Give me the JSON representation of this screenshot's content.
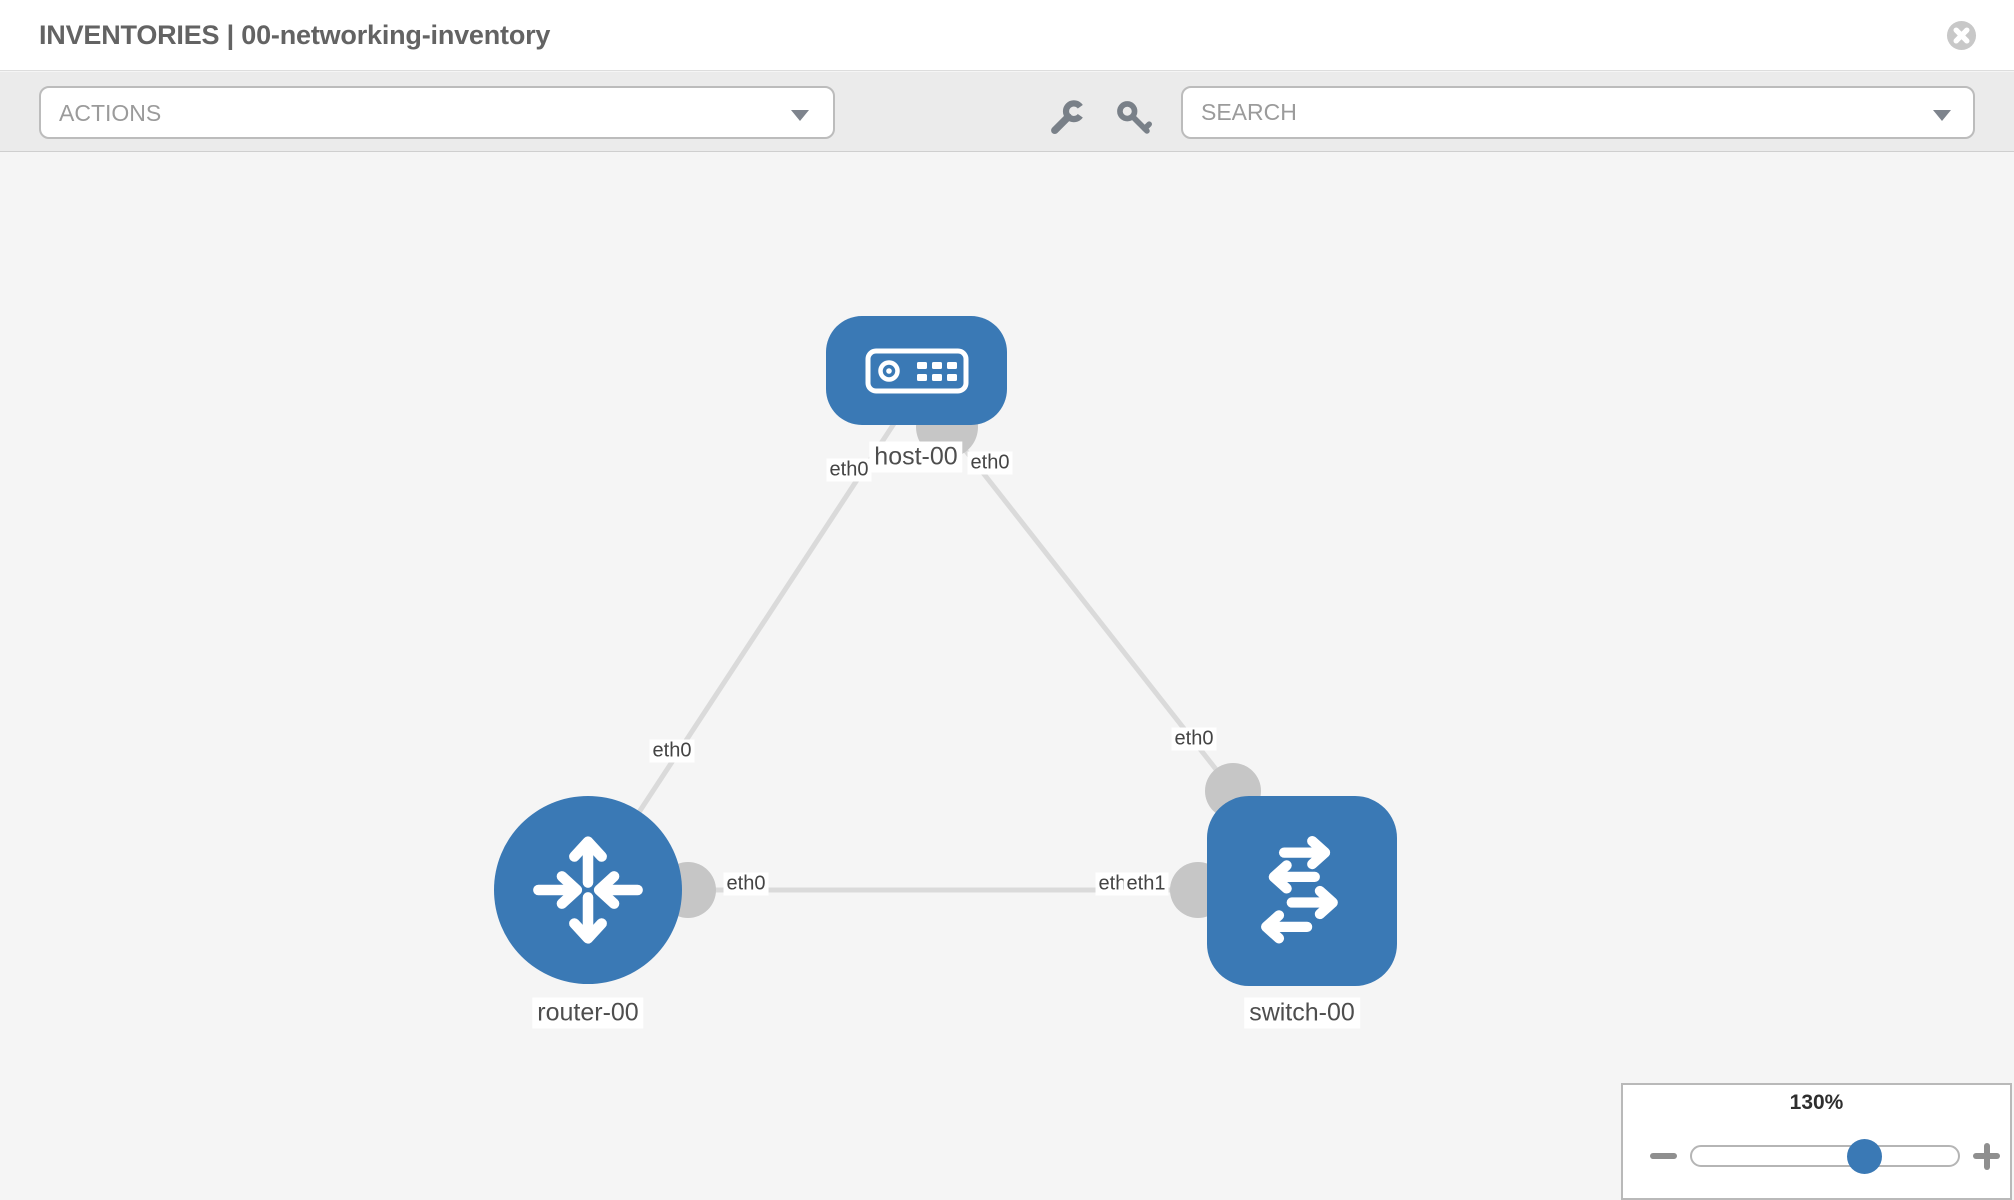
{
  "header": {
    "title": "INVENTORIES | 00-networking-inventory"
  },
  "toolbar": {
    "actions_label": "ACTIONS",
    "search_placeholder": "SEARCH",
    "icons": [
      "wrench-icon",
      "key-icon"
    ]
  },
  "topology": {
    "nodes": [
      {
        "id": "host-00",
        "type": "host",
        "label": "host-00"
      },
      {
        "id": "router-00",
        "type": "router",
        "label": "router-00"
      },
      {
        "id": "switch-00",
        "type": "switch",
        "label": "switch-00"
      }
    ],
    "links": [
      {
        "from": "host-00",
        "to": "router-00",
        "from_iface": "eth0",
        "to_iface": "eth0"
      },
      {
        "from": "host-00",
        "to": "switch-00",
        "from_iface": "eth0",
        "to_iface": "eth0"
      },
      {
        "from": "router-00",
        "to": "switch-00",
        "from_iface": "eth0",
        "to_iface": "eth1"
      }
    ],
    "iface_labels": {
      "host_left": "eth0",
      "host_right": "eth0",
      "mid_left": "eth0",
      "mid_right": "eth0",
      "router_port": "eth0",
      "switch_port_back": "eth0",
      "switch_port_front": "eth1"
    }
  },
  "zoom_control": {
    "level": "130%"
  },
  "colors": {
    "node_blue": "#3a79b5",
    "edge_gray": "#dadada",
    "port_gray": "#c6c6c6",
    "canvas_bg": "#f5f5f5",
    "toolbar_bg": "#ebebeb"
  }
}
